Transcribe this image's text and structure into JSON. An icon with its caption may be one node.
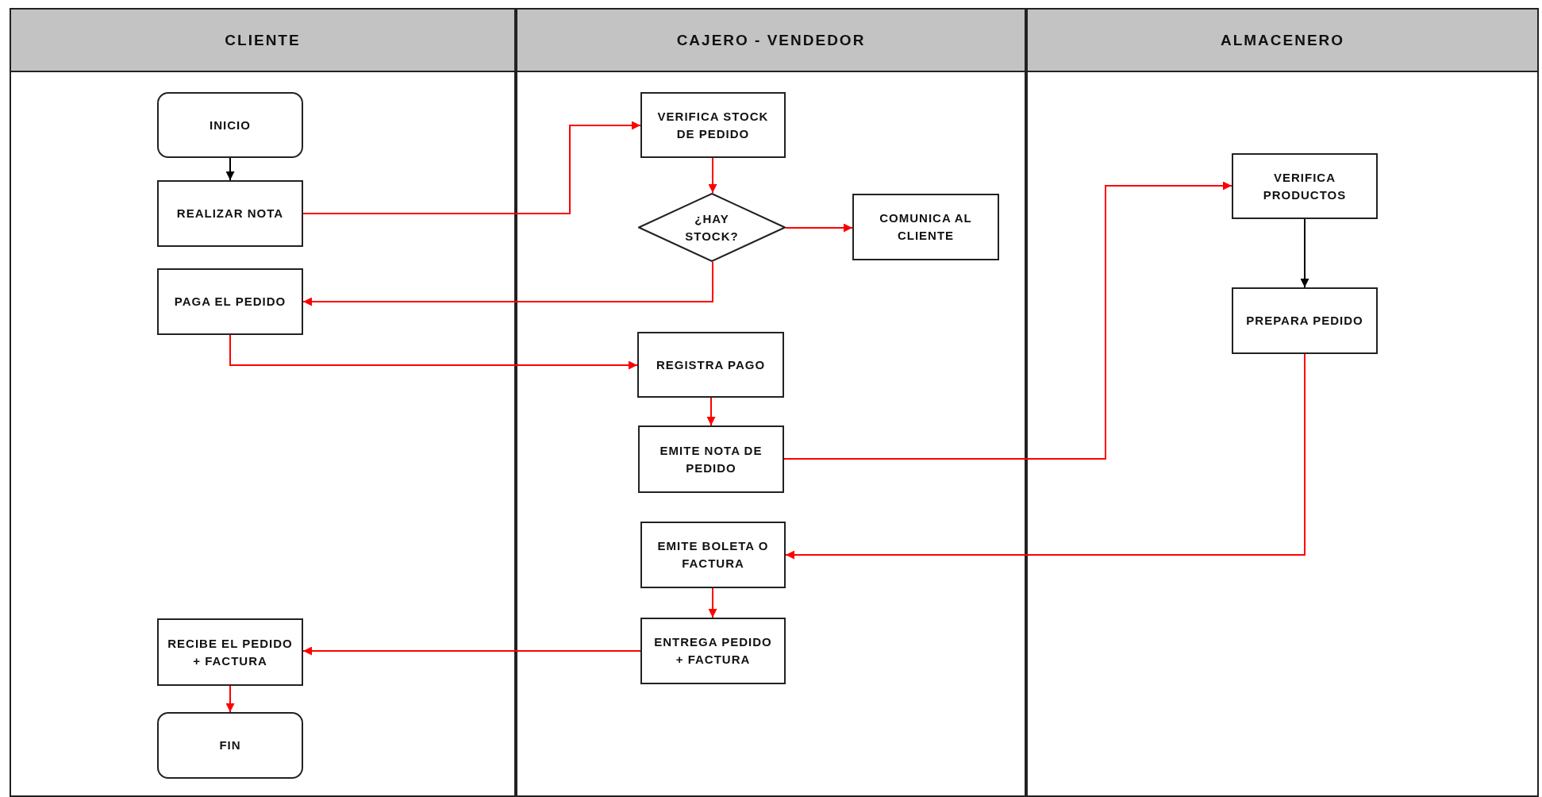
{
  "diagram": {
    "nodes": [
      {
        "text": [
          "CLIENTE"
        ]
      },
      {
        "text": [
          "CAJERO - VENDEDOR"
        ]
      },
      {
        "text": [
          "ALMACENERO"
        ]
      },
      {
        "text": [
          "INICIO"
        ],
        "in": 0
      },
      {
        "text": [
          "REALIZAR NOTA"
        ],
        "in": 0
      },
      {
        "text": [
          "PAGA EL PEDIDO"
        ],
        "in": 0
      },
      {
        "text": [
          "RECIBE EL PEDIDO + FACTURA"
        ],
        "in": 0
      },
      {
        "text": [
          "FIN"
        ],
        "in": 0
      },
      {
        "text": [
          "VERIFICA STOCK DE PEDIDO"
        ],
        "in": 1
      },
      {
        "text": [
          "¿HAY STOCK?"
        ],
        "in": 1
      },
      {
        "text": [
          "COMUNICA AL CLIENTE"
        ],
        "in": 1
      },
      {
        "text": [
          "REGISTRA PAGO"
        ],
        "in": 1
      },
      {
        "text": [
          "EMITE NOTA DE PEDIDO"
        ],
        "in": 1
      },
      {
        "text": [
          "EMITE BOLETA O FACTURA"
        ],
        "in": 1
      },
      {
        "text": [
          "ENTREGA PEDIDO + FACTURA"
        ],
        "in": 1
      },
      {
        "text": [
          "VERIFICA PRODUCTOS"
        ],
        "in": 2
      },
      {
        "text": [
          "PREPARA PEDIDO"
        ],
        "in": 2
      }
    ],
    "edges": [
      {
        "from": 3,
        "to": 4,
        "arrow": "to",
        "color": "#000000"
      },
      {
        "from": 4,
        "to": 8,
        "arrow": "to"
      },
      {
        "from": 8,
        "to": 9,
        "arrow": "to"
      },
      {
        "from": 9,
        "to": 10,
        "arrow": "to"
      },
      {
        "from": 9,
        "to": 5,
        "arrow": "to"
      },
      {
        "from": 5,
        "to": 11,
        "arrow": "to"
      },
      {
        "from": 11,
        "to": 12,
        "arrow": "to"
      },
      {
        "from": 12,
        "to": 15,
        "arrow": "to"
      },
      {
        "from": 15,
        "to": 16,
        "arrow": "to",
        "color": "#000000"
      },
      {
        "from": 16,
        "to": 13,
        "arrow": "to"
      },
      {
        "from": 13,
        "to": 14,
        "arrow": "to"
      },
      {
        "from": 14,
        "to": 6,
        "arrow": "to"
      },
      {
        "from": 6,
        "to": 7,
        "arrow": "to"
      }
    ]
  }
}
